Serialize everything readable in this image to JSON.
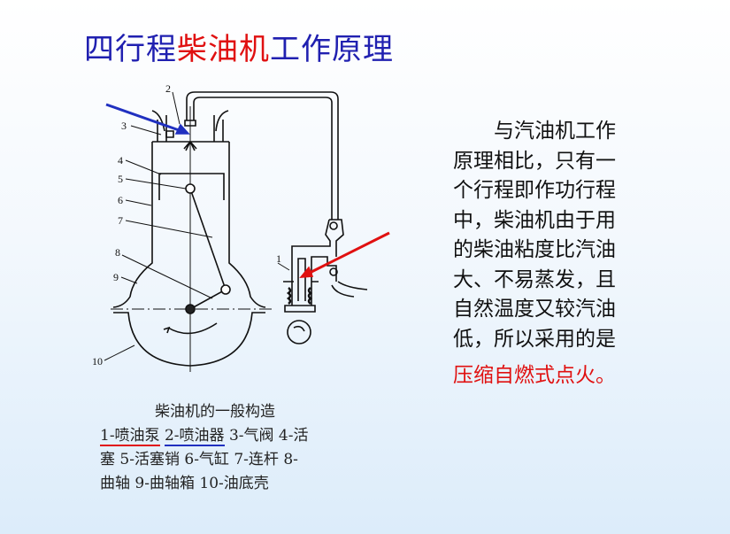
{
  "title": {
    "part1": "四行程",
    "part2": "柴油机",
    "part3": "工作原理"
  },
  "body_lines": [
    "与汽油机工作",
    "原理相比，只有一",
    "个行程即作功行程",
    "中，柴油机由于用",
    "的柴油粘度比汽油",
    "大、不易蒸发，且",
    "自然温度又较汽油",
    "低，所以采用的是"
  ],
  "body_highlight": "压缩自燃式点火。",
  "diagram_labels": [
    "1",
    "2",
    "3",
    "4",
    "5",
    "6",
    "7",
    "8",
    "9",
    "10"
  ],
  "caption": {
    "title": "柴油机的一般构造",
    "items": {
      "i1": "1-喷油泵",
      "i2": "2-喷油器",
      "i3": "3-气阀",
      "i4a": "4-活",
      "i4b": "塞",
      "i5": "5-活塞销",
      "i6": "6-气缸",
      "i7": "7-连杆",
      "i8a": "8-",
      "i8b": "曲轴",
      "i9": "9-曲轴箱",
      "i10": "10-油底壳"
    }
  },
  "colors": {
    "title_blue": "#2020b0",
    "title_red": "#e01010",
    "arrow_blue": "#2030c0",
    "arrow_red": "#e01010"
  }
}
